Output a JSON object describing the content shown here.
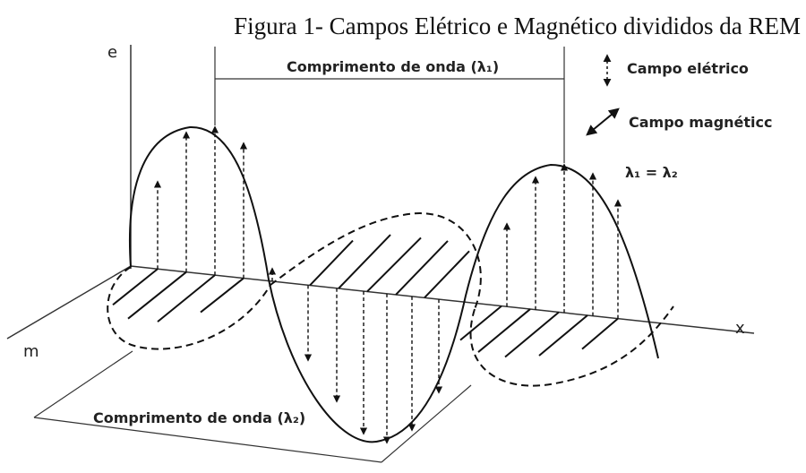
{
  "figure": {
    "caption": "Figura 1- Campos Elétrico e Magnético divididos da REM"
  },
  "axes": {
    "e_label": "e",
    "m_label": "m",
    "x_label": "x"
  },
  "wavelength": {
    "top": "Comprimento de onda (λ₁)",
    "bottom": "Comprimento de onda (λ₂)"
  },
  "legend": {
    "electric": "Campo elétrico",
    "magnetic": "Campo magnéticc",
    "equality": "λ₁ = λ₂"
  }
}
